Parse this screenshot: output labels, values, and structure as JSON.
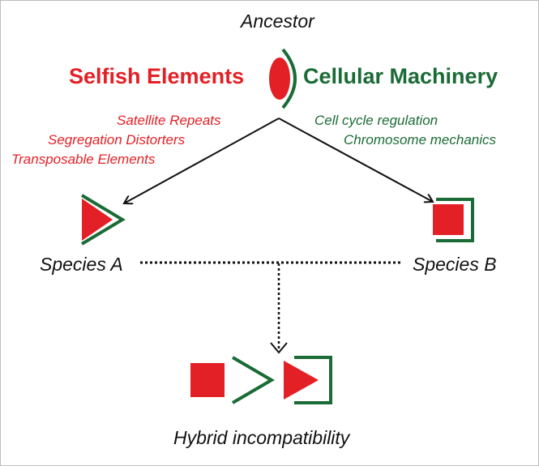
{
  "ancestor_label": "Ancestor",
  "selfish_title": "Selfish Elements",
  "cellular_title": "Cellular Machinery",
  "selfish_items": [
    "Satellite Repeats",
    "Segregation Distorters",
    "Transposable Elements"
  ],
  "cellular_items": [
    "Cell cycle regulation",
    "Chromosome mechanics"
  ],
  "species_a": "Species A",
  "species_b": "Species B",
  "hybrid_label": "Hybrid incompatibility",
  "colors": {
    "selfish": "#e32025",
    "cellular": "#1a6b35"
  }
}
